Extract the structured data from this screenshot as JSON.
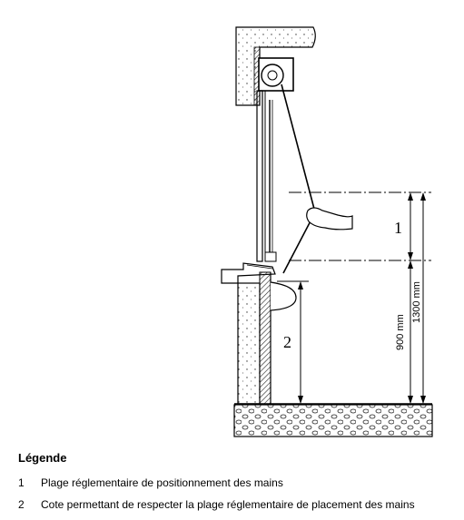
{
  "figure": {
    "callout_1": "1",
    "callout_2": "2",
    "dim_900": "900 mm",
    "dim_1300": "1300 mm"
  },
  "legend": {
    "title": "Légende",
    "items": [
      {
        "number": "1",
        "text": "Plage réglementaire de positionnement des mains"
      },
      {
        "number": "2",
        "text": "Cote permettant de respecter la plage réglementaire de placement des mains"
      }
    ]
  }
}
